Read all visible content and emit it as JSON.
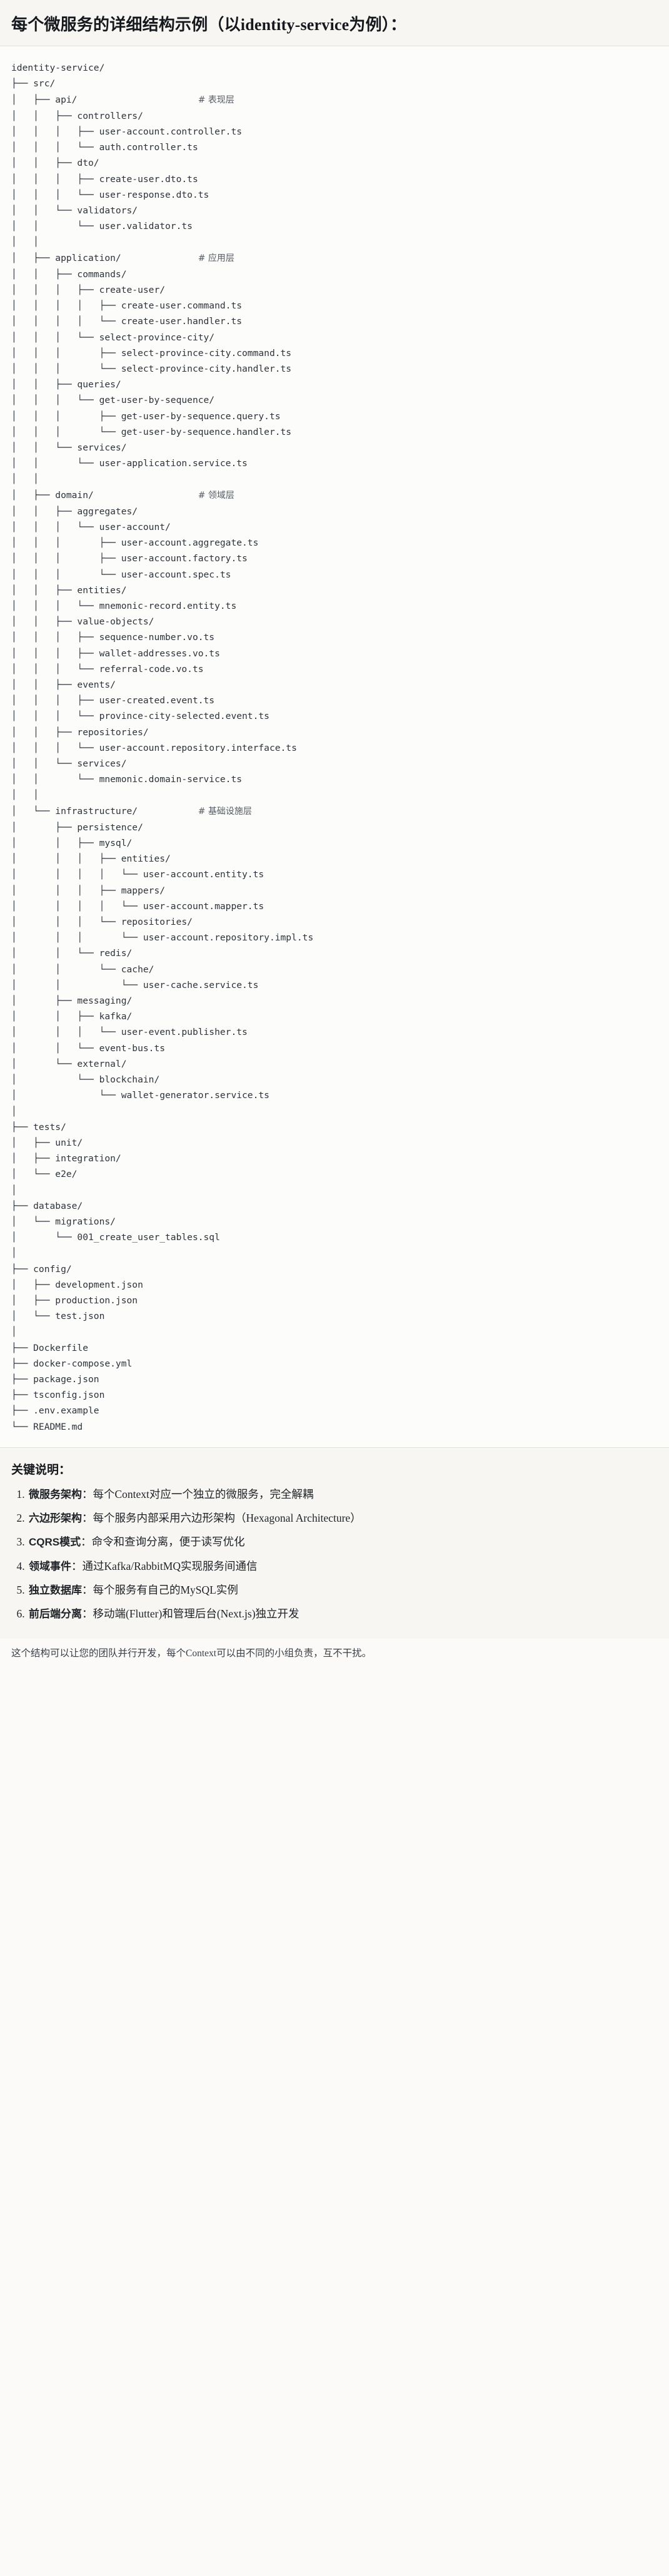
{
  "heading": {
    "title": "每个微服务的详细结构示例（以identity-service为例）："
  },
  "tree": {
    "root": "identity-service/",
    "lines": [
      {
        "prefix": "",
        "name": "identity-service/",
        "comment": ""
      },
      {
        "prefix": "├── ",
        "name": "src/",
        "comment": ""
      },
      {
        "prefix": "│   ├── ",
        "name": "api/",
        "comment": "# 表现层"
      },
      {
        "prefix": "│   │   ├── ",
        "name": "controllers/",
        "comment": ""
      },
      {
        "prefix": "│   │   │   ├── ",
        "name": "user-account.controller.ts",
        "comment": ""
      },
      {
        "prefix": "│   │   │   └── ",
        "name": "auth.controller.ts",
        "comment": ""
      },
      {
        "prefix": "│   │   ├── ",
        "name": "dto/",
        "comment": ""
      },
      {
        "prefix": "│   │   │   ├── ",
        "name": "create-user.dto.ts",
        "comment": ""
      },
      {
        "prefix": "│   │   │   └── ",
        "name": "user-response.dto.ts",
        "comment": ""
      },
      {
        "prefix": "│   │   └── ",
        "name": "validators/",
        "comment": ""
      },
      {
        "prefix": "│   │       └── ",
        "name": "user.validator.ts",
        "comment": ""
      },
      {
        "prefix": "│   │",
        "name": "",
        "comment": ""
      },
      {
        "prefix": "│   ├── ",
        "name": "application/",
        "comment": "# 应用层"
      },
      {
        "prefix": "│   │   ├── ",
        "name": "commands/",
        "comment": ""
      },
      {
        "prefix": "│   │   │   ├── ",
        "name": "create-user/",
        "comment": ""
      },
      {
        "prefix": "│   │   │   │   ├── ",
        "name": "create-user.command.ts",
        "comment": ""
      },
      {
        "prefix": "│   │   │   │   └── ",
        "name": "create-user.handler.ts",
        "comment": ""
      },
      {
        "prefix": "│   │   │   └── ",
        "name": "select-province-city/",
        "comment": ""
      },
      {
        "prefix": "│   │   │       ├── ",
        "name": "select-province-city.command.ts",
        "comment": ""
      },
      {
        "prefix": "│   │   │       └── ",
        "name": "select-province-city.handler.ts",
        "comment": ""
      },
      {
        "prefix": "│   │   ├── ",
        "name": "queries/",
        "comment": ""
      },
      {
        "prefix": "│   │   │   └── ",
        "name": "get-user-by-sequence/",
        "comment": ""
      },
      {
        "prefix": "│   │   │       ├── ",
        "name": "get-user-by-sequence.query.ts",
        "comment": ""
      },
      {
        "prefix": "│   │   │       └── ",
        "name": "get-user-by-sequence.handler.ts",
        "comment": ""
      },
      {
        "prefix": "│   │   └── ",
        "name": "services/",
        "comment": ""
      },
      {
        "prefix": "│   │       └── ",
        "name": "user-application.service.ts",
        "comment": ""
      },
      {
        "prefix": "│   │",
        "name": "",
        "comment": ""
      },
      {
        "prefix": "│   ├── ",
        "name": "domain/",
        "comment": "# 领域层"
      },
      {
        "prefix": "│   │   ├── ",
        "name": "aggregates/",
        "comment": ""
      },
      {
        "prefix": "│   │   │   └── ",
        "name": "user-account/",
        "comment": ""
      },
      {
        "prefix": "│   │   │       ├── ",
        "name": "user-account.aggregate.ts",
        "comment": ""
      },
      {
        "prefix": "│   │   │       ├── ",
        "name": "user-account.factory.ts",
        "comment": ""
      },
      {
        "prefix": "│   │   │       └── ",
        "name": "user-account.spec.ts",
        "comment": ""
      },
      {
        "prefix": "│   │   ├── ",
        "name": "entities/",
        "comment": ""
      },
      {
        "prefix": "│   │   │   └── ",
        "name": "mnemonic-record.entity.ts",
        "comment": ""
      },
      {
        "prefix": "│   │   ├── ",
        "name": "value-objects/",
        "comment": ""
      },
      {
        "prefix": "│   │   │   ├── ",
        "name": "sequence-number.vo.ts",
        "comment": ""
      },
      {
        "prefix": "│   │   │   ├── ",
        "name": "wallet-addresses.vo.ts",
        "comment": ""
      },
      {
        "prefix": "│   │   │   └── ",
        "name": "referral-code.vo.ts",
        "comment": ""
      },
      {
        "prefix": "│   │   ├── ",
        "name": "events/",
        "comment": ""
      },
      {
        "prefix": "│   │   │   ├── ",
        "name": "user-created.event.ts",
        "comment": ""
      },
      {
        "prefix": "│   │   │   └── ",
        "name": "province-city-selected.event.ts",
        "comment": ""
      },
      {
        "prefix": "│   │   ├── ",
        "name": "repositories/",
        "comment": ""
      },
      {
        "prefix": "│   │   │   └── ",
        "name": "user-account.repository.interface.ts",
        "comment": ""
      },
      {
        "prefix": "│   │   └── ",
        "name": "services/",
        "comment": ""
      },
      {
        "prefix": "│   │       └── ",
        "name": "mnemonic.domain-service.ts",
        "comment": ""
      },
      {
        "prefix": "│   │",
        "name": "",
        "comment": ""
      },
      {
        "prefix": "│   └── ",
        "name": "infrastructure/",
        "comment": "# 基础设施层"
      },
      {
        "prefix": "│       ├── ",
        "name": "persistence/",
        "comment": ""
      },
      {
        "prefix": "│       │   ├── ",
        "name": "mysql/",
        "comment": ""
      },
      {
        "prefix": "│       │   │   ├── ",
        "name": "entities/",
        "comment": ""
      },
      {
        "prefix": "│       │   │   │   └── ",
        "name": "user-account.entity.ts",
        "comment": ""
      },
      {
        "prefix": "│       │   │   ├── ",
        "name": "mappers/",
        "comment": ""
      },
      {
        "prefix": "│       │   │   │   └── ",
        "name": "user-account.mapper.ts",
        "comment": ""
      },
      {
        "prefix": "│       │   │   └── ",
        "name": "repositories/",
        "comment": ""
      },
      {
        "prefix": "│       │   │       └── ",
        "name": "user-account.repository.impl.ts",
        "comment": ""
      },
      {
        "prefix": "│       │   └── ",
        "name": "redis/",
        "comment": ""
      },
      {
        "prefix": "│       │       └── ",
        "name": "cache/",
        "comment": ""
      },
      {
        "prefix": "│       │           └── ",
        "name": "user-cache.service.ts",
        "comment": ""
      },
      {
        "prefix": "│       ├── ",
        "name": "messaging/",
        "comment": ""
      },
      {
        "prefix": "│       │   ├── ",
        "name": "kafka/",
        "comment": ""
      },
      {
        "prefix": "│       │   │   └── ",
        "name": "user-event.publisher.ts",
        "comment": ""
      },
      {
        "prefix": "│       │   └── ",
        "name": "event-bus.ts",
        "comment": ""
      },
      {
        "prefix": "│       └── ",
        "name": "external/",
        "comment": ""
      },
      {
        "prefix": "│           └── ",
        "name": "blockchain/",
        "comment": ""
      },
      {
        "prefix": "│               └── ",
        "name": "wallet-generator.service.ts",
        "comment": ""
      },
      {
        "prefix": "│",
        "name": "",
        "comment": ""
      },
      {
        "prefix": "├── ",
        "name": "tests/",
        "comment": ""
      },
      {
        "prefix": "│   ├── ",
        "name": "unit/",
        "comment": ""
      },
      {
        "prefix": "│   ├── ",
        "name": "integration/",
        "comment": ""
      },
      {
        "prefix": "│   └── ",
        "name": "e2e/",
        "comment": ""
      },
      {
        "prefix": "│",
        "name": "",
        "comment": ""
      },
      {
        "prefix": "├── ",
        "name": "database/",
        "comment": ""
      },
      {
        "prefix": "│   └── ",
        "name": "migrations/",
        "comment": ""
      },
      {
        "prefix": "│       └── ",
        "name": "001_create_user_tables.sql",
        "comment": ""
      },
      {
        "prefix": "│",
        "name": "",
        "comment": ""
      },
      {
        "prefix": "├── ",
        "name": "config/",
        "comment": ""
      },
      {
        "prefix": "│   ├── ",
        "name": "development.json",
        "comment": ""
      },
      {
        "prefix": "│   ├── ",
        "name": "production.json",
        "comment": ""
      },
      {
        "prefix": "│   └── ",
        "name": "test.json",
        "comment": ""
      },
      {
        "prefix": "│",
        "name": "",
        "comment": ""
      },
      {
        "prefix": "├── ",
        "name": "Dockerfile",
        "comment": ""
      },
      {
        "prefix": "├── ",
        "name": "docker-compose.yml",
        "comment": ""
      },
      {
        "prefix": "├── ",
        "name": "package.json",
        "comment": ""
      },
      {
        "prefix": "├── ",
        "name": "tsconfig.json",
        "comment": ""
      },
      {
        "prefix": "├── ",
        "name": ".env.example",
        "comment": ""
      },
      {
        "prefix": "└── ",
        "name": "README.md",
        "comment": ""
      }
    ],
    "comment_column": 34
  },
  "notes": {
    "title": "关键说明：",
    "items": [
      {
        "term": "微服务架构",
        "desc": "：每个Context对应一个独立的微服务，完全解耦"
      },
      {
        "term": "六边形架构",
        "desc": "：每个服务内部采用六边形架构（Hexagonal Architecture）"
      },
      {
        "term": "CQRS模式",
        "desc": "：命令和查询分离，便于读写优化"
      },
      {
        "term": "领域事件",
        "desc": "：通过Kafka/RabbitMQ实现服务间通信"
      },
      {
        "term": "独立数据库",
        "desc": "：每个服务有自己的MySQL实例"
      },
      {
        "term": "前后端分离",
        "desc": "：移动端(Flutter)和管理后台(Next.js)独立开发"
      }
    ]
  },
  "footer": {
    "text": "这个结构可以让您的团队并行开发，每个Context可以由不同的小组负责，互不干扰。"
  }
}
